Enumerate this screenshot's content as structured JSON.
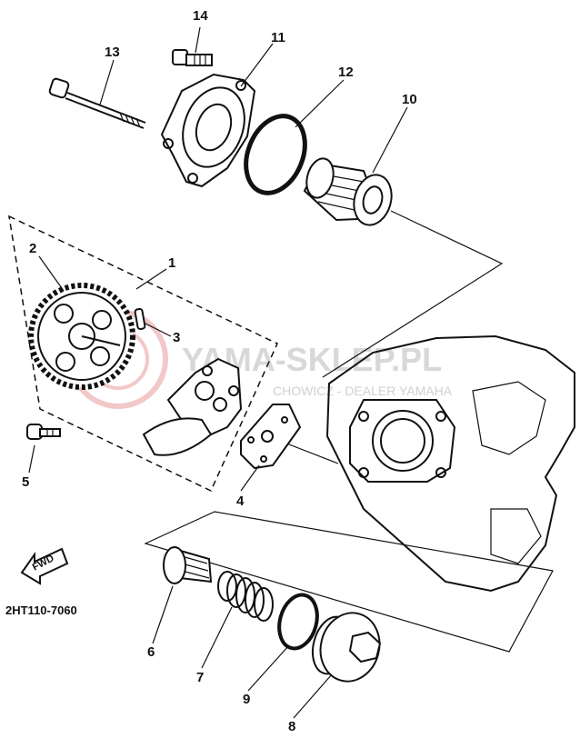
{
  "diagram": {
    "code": "2HT110-7060",
    "fwd_label": "FWD",
    "watermark": {
      "title": "YAMA-SKLEP.PL",
      "subtitle": "CHOWICZ - DEALER YAMAHA"
    },
    "part_labels": {
      "p1": "1",
      "p2": "2",
      "p3": "3",
      "p4": "4",
      "p5": "5",
      "p6": "6",
      "p7": "7",
      "p8": "8",
      "p9": "9",
      "p10": "10",
      "p11": "11",
      "p12": "12",
      "p13": "13",
      "p14": "14"
    }
  }
}
